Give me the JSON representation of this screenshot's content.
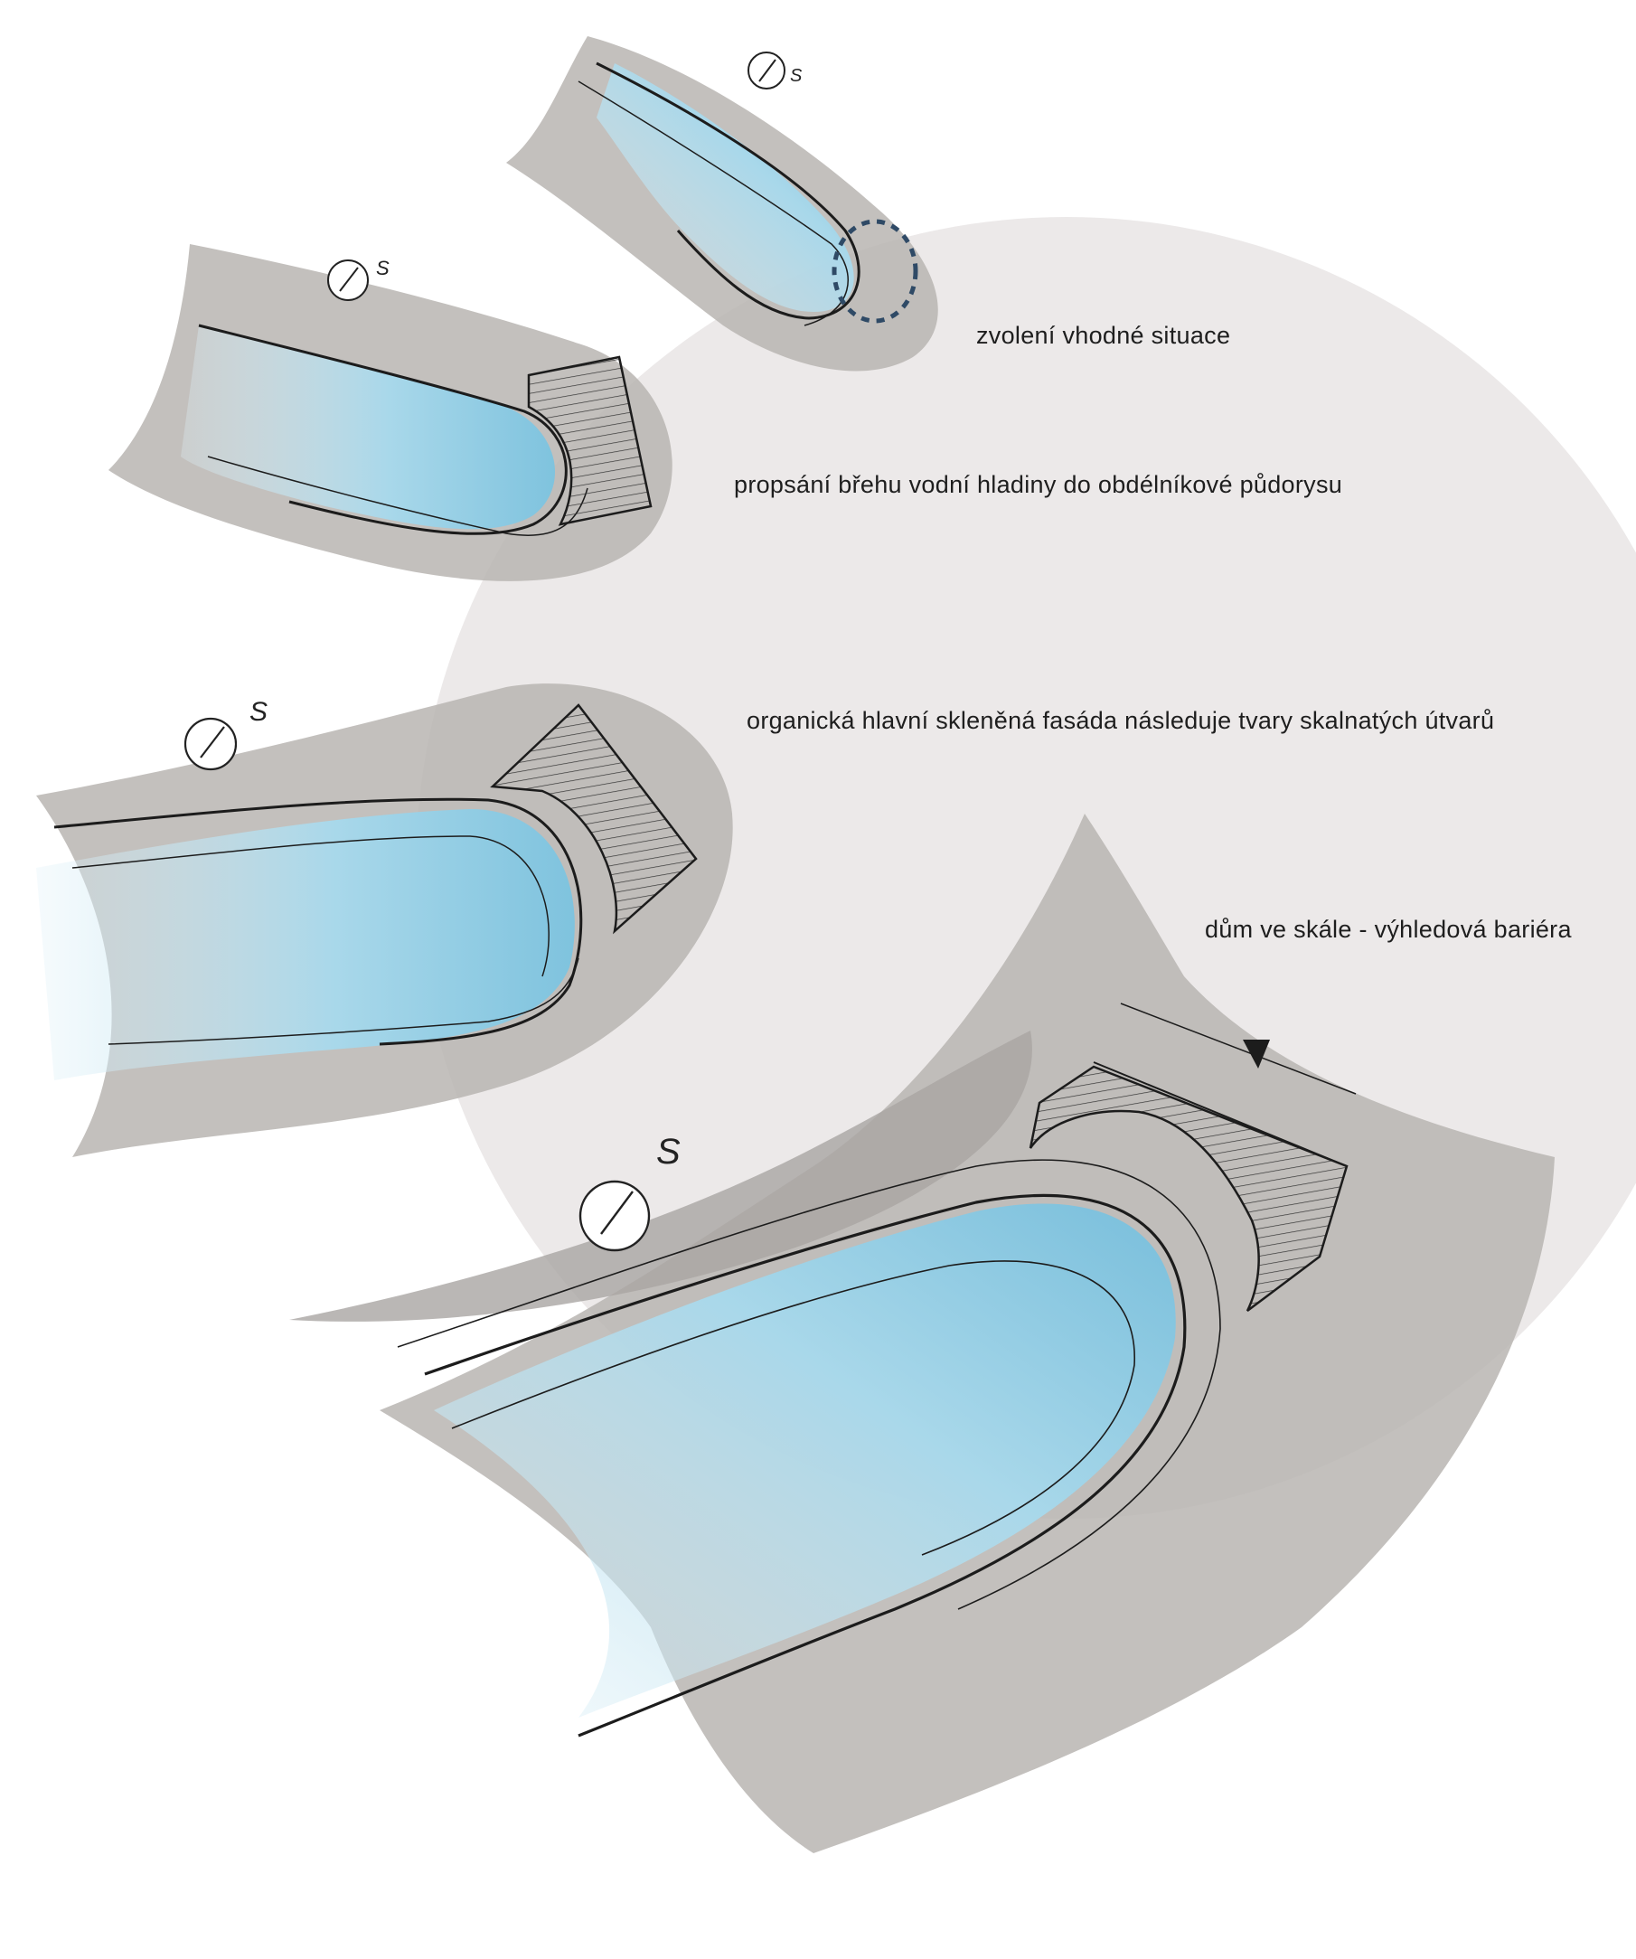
{
  "captions": [
    "zvolení vhodné situace",
    "propsání břehu vodní hladiny do obdélníkové půdorysu",
    "organická hlavní skleněná fasáda následuje tvary skalnatých útvarů",
    "dům ve skále - výhledová bariéra"
  ],
  "north_symbol": "S",
  "colors": {
    "background_disc": "#ece9e9",
    "rock": "#b9b5b2",
    "rock_dark": "#9f9b98",
    "water": "#9fd3e6",
    "water_light": "#cfe9f3",
    "ink": "#1c1c1c",
    "dashed_marker": "#2f4a66"
  }
}
